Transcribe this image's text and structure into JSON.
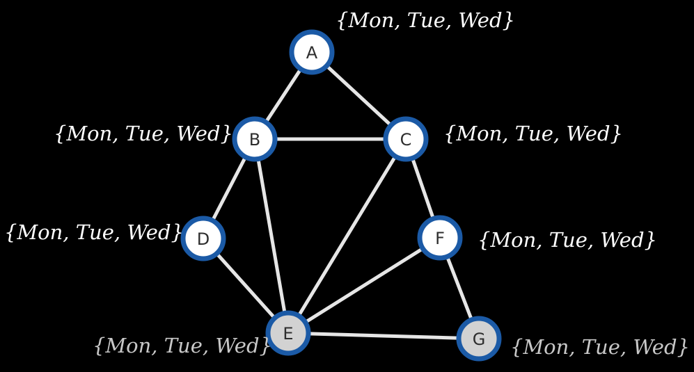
{
  "colors": {
    "background": "#000000",
    "edge": "#e6e6e6",
    "node_ring": "#1b5aa6",
    "node_fill": "#ffffff",
    "node_fill_highlight": "#d2d2d2",
    "node_text": "#2e2e2e",
    "domain_text": "#ffffff",
    "domain_text_dim": "#c8c8c8"
  },
  "nodes": [
    {
      "id": "A",
      "label": "A",
      "domain": "{Mon, Tue, Wed}",
      "highlight": false
    },
    {
      "id": "B",
      "label": "B",
      "domain": "{Mon, Tue, Wed}",
      "highlight": false
    },
    {
      "id": "C",
      "label": "C",
      "domain": "{Mon, Tue, Wed}",
      "highlight": false
    },
    {
      "id": "D",
      "label": "D",
      "domain": "{Mon, Tue, Wed}",
      "highlight": false
    },
    {
      "id": "E",
      "label": "E",
      "domain": "{Mon, Tue, Wed}",
      "highlight": true
    },
    {
      "id": "F",
      "label": "F",
      "domain": "{Mon, Tue, Wed}",
      "highlight": false
    },
    {
      "id": "G",
      "label": "G",
      "domain": "{Mon, Tue, Wed}",
      "highlight": true
    }
  ],
  "edges": [
    [
      "A",
      "B"
    ],
    [
      "A",
      "C"
    ],
    [
      "B",
      "C"
    ],
    [
      "B",
      "D"
    ],
    [
      "B",
      "E"
    ],
    [
      "C",
      "E"
    ],
    [
      "C",
      "F"
    ],
    [
      "D",
      "E"
    ],
    [
      "E",
      "F"
    ],
    [
      "E",
      "G"
    ],
    [
      "F",
      "G"
    ]
  ]
}
